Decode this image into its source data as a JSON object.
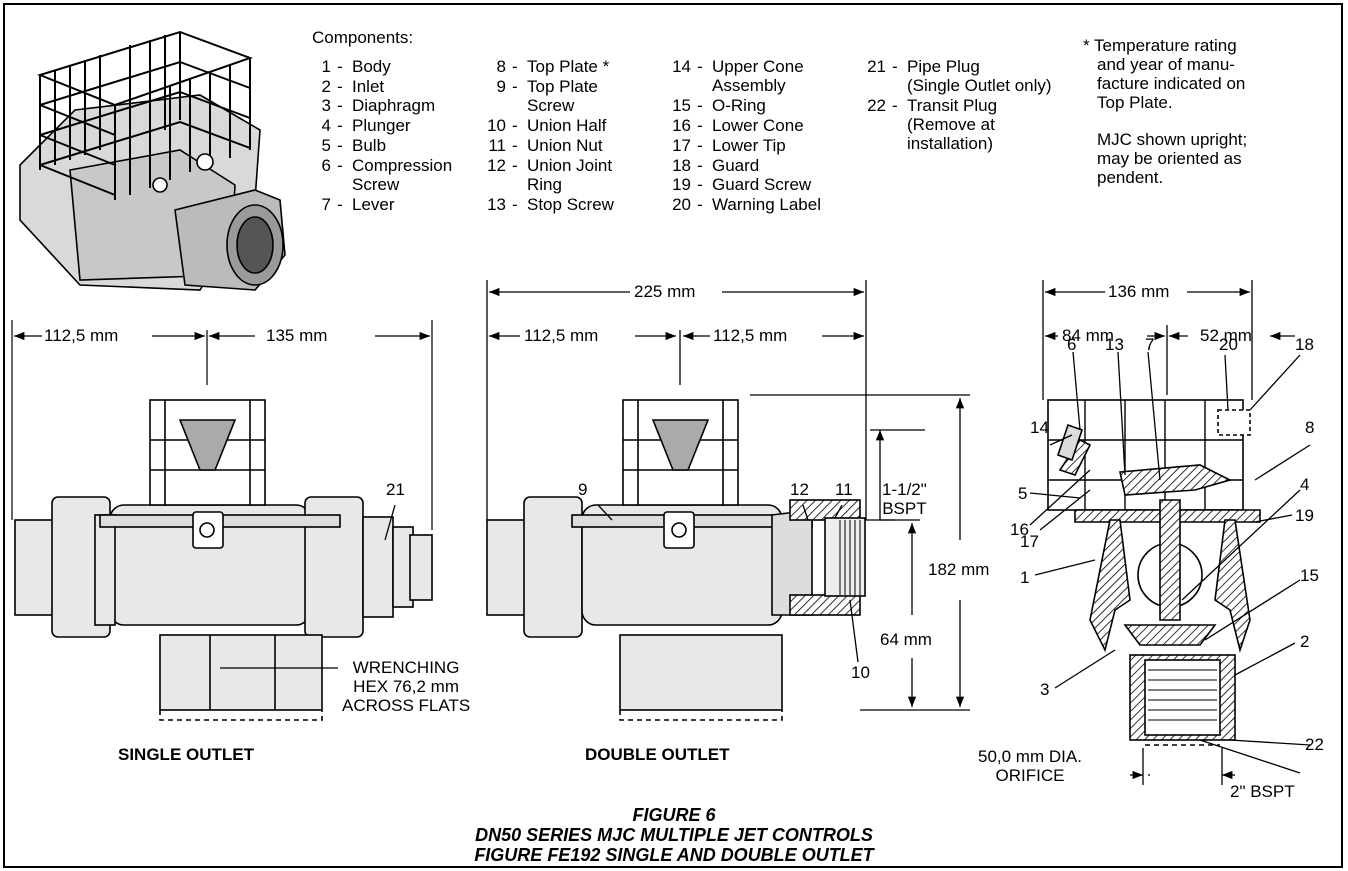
{
  "components_heading": "Components:",
  "components": [
    {
      "num": "1",
      "text": [
        "Body"
      ]
    },
    {
      "num": "2",
      "text": [
        "Inlet"
      ]
    },
    {
      "num": "3",
      "text": [
        "Diaphragm"
      ]
    },
    {
      "num": "4",
      "text": [
        "Plunger"
      ]
    },
    {
      "num": "5",
      "text": [
        "Bulb"
      ]
    },
    {
      "num": "6",
      "text": [
        "Compression",
        "Screw"
      ]
    },
    {
      "num": "7",
      "text": [
        "Lever"
      ]
    },
    {
      "num": "8",
      "text": [
        "Top Plate *"
      ]
    },
    {
      "num": "9",
      "text": [
        "Top Plate",
        "Screw"
      ]
    },
    {
      "num": "10",
      "text": [
        "Union Half"
      ]
    },
    {
      "num": "11",
      "text": [
        "Union Nut"
      ]
    },
    {
      "num": "12",
      "text": [
        "Union Joint",
        "Ring"
      ]
    },
    {
      "num": "13",
      "text": [
        "Stop Screw"
      ]
    },
    {
      "num": "14",
      "text": [
        "Upper Cone",
        "Assembly"
      ]
    },
    {
      "num": "15",
      "text": [
        "O-Ring"
      ]
    },
    {
      "num": "16",
      "text": [
        "Lower Cone"
      ]
    },
    {
      "num": "17",
      "text": [
        "Lower Tip"
      ]
    },
    {
      "num": "18",
      "text": [
        "Guard"
      ]
    },
    {
      "num": "19",
      "text": [
        "Guard Screw"
      ]
    },
    {
      "num": "20",
      "text": [
        "Warning Label"
      ]
    },
    {
      "num": "21",
      "text": [
        "Pipe Plug",
        "(Single Outlet only)"
      ]
    },
    {
      "num": "22",
      "text": [
        "Transit Plug",
        "(Remove at",
        "installation)"
      ]
    }
  ],
  "notes": {
    "note1": [
      "* Temperature rating",
      "and year of manu-",
      "facture indicated on",
      "Top Plate."
    ],
    "note2": [
      "MJC shown upright;",
      "may be oriented as",
      "pendent."
    ]
  },
  "dimensions": {
    "single_left": "112,5 mm",
    "single_right": "135 mm",
    "double_total": "225 mm",
    "double_left": "112,5 mm",
    "double_right": "112,5 mm",
    "height": "182 mm",
    "inlet_height": "64 mm",
    "outlet_thread": [
      "1-1/2\"",
      "BSPT"
    ],
    "section_total": "136 mm",
    "section_left": "84 mm",
    "section_right": "52 mm",
    "orifice": [
      "50,0 mm DIA.",
      "ORIFICE"
    ],
    "inlet_thread": "2\" BSPT",
    "wrenching": [
      "WRENCHING",
      "HEX 76,2 mm",
      "ACROSS FLATS"
    ]
  },
  "callouts": {
    "single": [
      "21"
    ],
    "double": [
      "9",
      "12",
      "11",
      "10"
    ],
    "section": [
      "6",
      "13",
      "7",
      "20",
      "18",
      "14",
      "8",
      "5",
      "4",
      "16",
      "19",
      "17",
      "15",
      "1",
      "2",
      "3",
      "22"
    ]
  },
  "views": {
    "single": "SINGLE OUTLET",
    "double": "DOUBLE OUTLET"
  },
  "caption": {
    "line1": "FIGURE 6",
    "line2": "DN50 SERIES MJC MULTIPLE JET CONTROLS",
    "line3": "FIGURE FE192 SINGLE AND DOUBLE OUTLET"
  }
}
